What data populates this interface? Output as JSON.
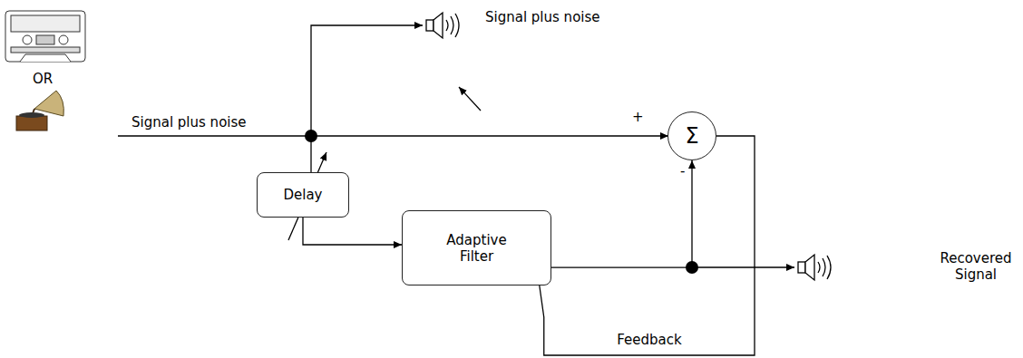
{
  "diagram": {
    "nodes": [
      {
        "text": [
          "Delay"
        ]
      },
      {
        "text": [
          "Adaptive Filter"
        ]
      },
      {
        "text": [
          "Σ"
        ]
      }
    ],
    "edges": [
      {
        "from": 0,
        "to": 1,
        "arrow": "to"
      },
      {
        "from": 1,
        "to": 2,
        "arrow": "to"
      },
      {
        "from": 2,
        "to": 1,
        "label": "Feedback",
        "arrow": "none"
      }
    ],
    "labels": [
      "Signal plus noise",
      "OR",
      "Signal plus noise",
      "+",
      "-",
      "Recovered Signal"
    ]
  }
}
